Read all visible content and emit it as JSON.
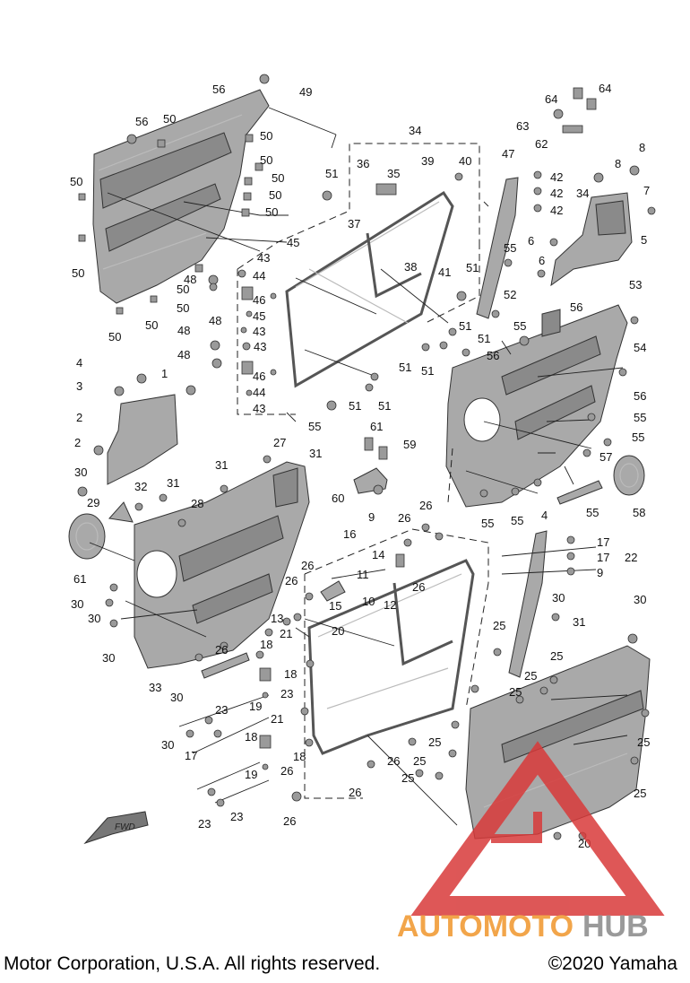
{
  "diagram": {
    "callouts": [
      "56",
      "49",
      "56",
      "50",
      "50",
      "50",
      "50",
      "50",
      "50",
      "50",
      "50",
      "50",
      "50",
      "50",
      "50",
      "34",
      "36",
      "35",
      "39",
      "40",
      "47",
      "42",
      "42",
      "34",
      "42",
      "64",
      "64",
      "63",
      "62",
      "8",
      "8",
      "7",
      "5",
      "6",
      "6",
      "51",
      "45",
      "37",
      "43",
      "44",
      "46",
      "48",
      "48",
      "45",
      "43",
      "43",
      "46",
      "44",
      "43",
      "48",
      "48",
      "38",
      "41",
      "51",
      "51",
      "51",
      "51",
      "51",
      "51",
      "51",
      "55",
      "55",
      "52",
      "53",
      "56",
      "55",
      "54",
      "56",
      "56",
      "55",
      "55",
      "57",
      "58",
      "55",
      "55",
      "55",
      "4",
      "4",
      "3",
      "1",
      "2",
      "2",
      "30",
      "27",
      "31",
      "31",
      "31",
      "28",
      "29",
      "32",
      "61",
      "61",
      "59",
      "60",
      "9",
      "16",
      "14",
      "11",
      "10",
      "15",
      "12",
      "26",
      "26",
      "26",
      "26",
      "26",
      "13",
      "20",
      "21",
      "18",
      "18",
      "19",
      "23",
      "23",
      "30",
      "30",
      "30",
      "30",
      "33",
      "30",
      "26",
      "17",
      "17",
      "17",
      "9",
      "22",
      "30",
      "31",
      "30",
      "25",
      "25",
      "25",
      "25",
      "25",
      "25",
      "25",
      "25",
      "25",
      "20",
      "21",
      "18",
      "18",
      "19",
      "26",
      "26",
      "26",
      "23",
      "23",
      "26"
    ],
    "fwd_label": "FWD"
  },
  "watermark": {
    "text_auto": "AUTOMOTO",
    "text_hub": "HUB",
    "colors": {
      "triangle": "#d83a3a",
      "auto": "#f2a54a",
      "hub": "#9a9a9a"
    }
  },
  "footer": {
    "left": "Motor Corporation, U.S.A. All rights reserved.",
    "right": "©2020 Yamaha"
  }
}
